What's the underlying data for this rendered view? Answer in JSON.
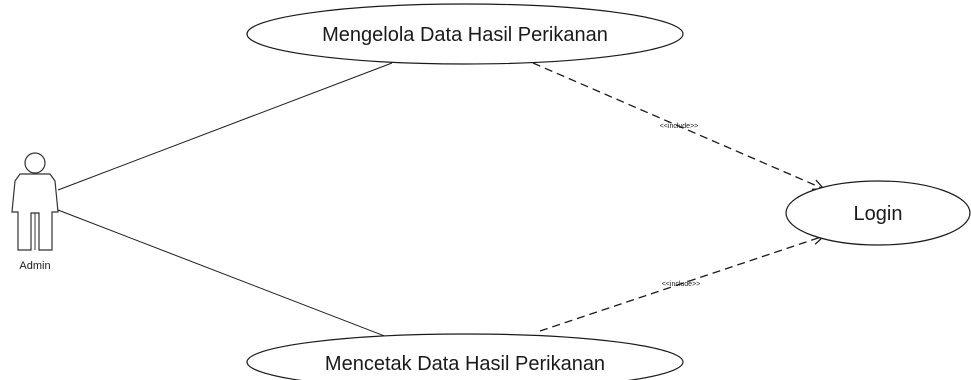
{
  "actor": {
    "name": "Admin"
  },
  "use_cases": {
    "manage": "Mengelola Data Hasil Perikanan",
    "print": "Mencetak Data Hasil Perikanan",
    "login": "Login"
  },
  "relations": {
    "include_top": "<<include>>",
    "include_bottom": "<<include>>"
  }
}
